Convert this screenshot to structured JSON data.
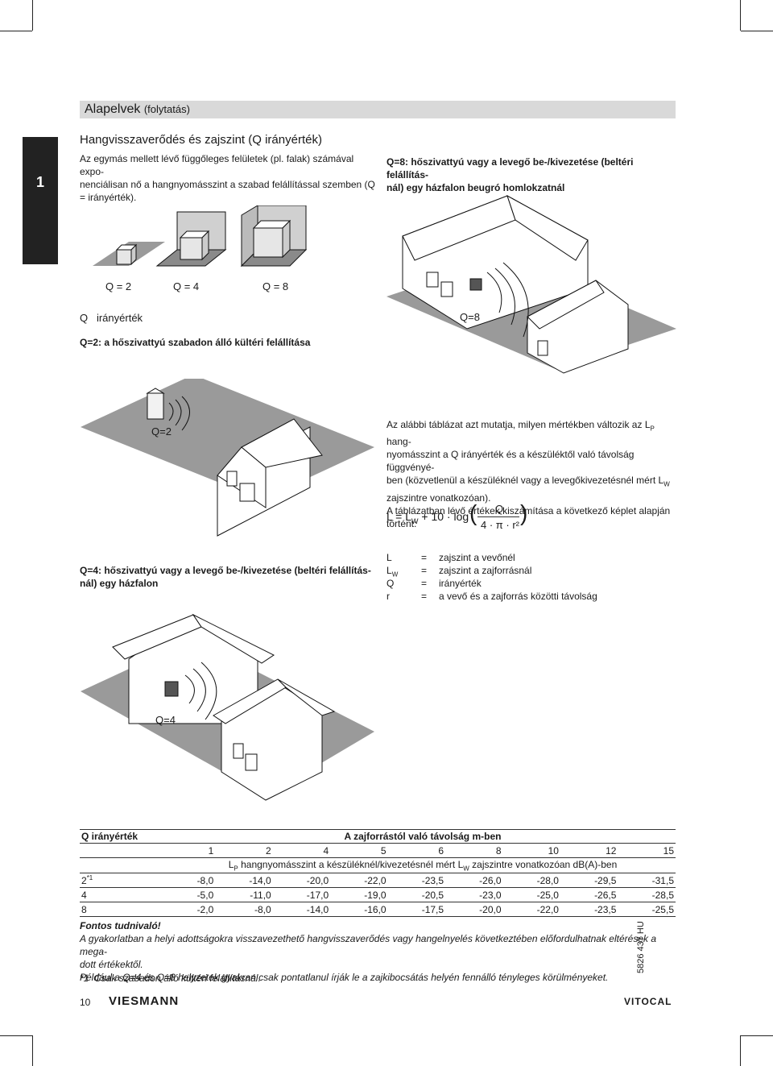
{
  "section": {
    "title": "Alapelvek",
    "subtitle": "(folytatás)"
  },
  "chapter_number": "1",
  "heading": "Hangvisszaverődés és zajszint (Q irányérték)",
  "intro_lines": [
    "Az egymás mellett lévő függőleges felületek (pl. falak) számával expo-",
    "nenciálisan nő a hangnyomásszint a szabad felállítással szemben (Q",
    "= irányérték)."
  ],
  "q_labels": {
    "q2": "Q = 2",
    "q4": "Q = 4",
    "q8": "Q = 8"
  },
  "q_legend": {
    "q": "Q",
    "text": "irányérték"
  },
  "cap_q2": "Q=2: a hőszivattyú szabadon álló kültéri felállítása",
  "cap_q8_lines": [
    "Q=8: hőszivattyú vagy a levegő be-/kivezetése (beltéri felállítás-",
    "nál) egy házfalon beugró homlokzatnál"
  ],
  "cap_q4_lines": [
    "Q=4: hőszivattyú vagy a levegő be-/kivezetése (beltéri felállítás-",
    "nál) egy házfalon"
  ],
  "fig_labels": {
    "q2": "Q=2",
    "q4": "Q=4",
    "q8": "Q=8"
  },
  "body_lines": [
    "Az alábbi táblázat azt mutatja, milyen mértékben változik az L",
    "nyomásszint a Q irányérték és a készüléktől való távolság függvényé-",
    "ben (közvetlenül a készüléknél vagy a levegőkivezetésnél mért L",
    "zajszintre vonatkozóan).",
    "A táblázatban lévő értékek kiszámítása a következő képlet alapján",
    "történt:"
  ],
  "body_line1_tail": "hang-",
  "formula": {
    "lhs": "L = L",
    "sub_w": "W",
    "mid": "+ 10 · log",
    "num": "Q",
    "den": "4 · π · r²"
  },
  "definitions": [
    {
      "sym": "L",
      "sub": "",
      "eq": "=",
      "text": "zajszint a vevőnél"
    },
    {
      "sym": "L",
      "sub": "W",
      "eq": "=",
      "text": "zajszint a zajforrásnál"
    },
    {
      "sym": "Q",
      "sub": "",
      "eq": "=",
      "text": "irányérték"
    },
    {
      "sym": "r",
      "sub": "",
      "eq": "=",
      "text": "a vevő és a zajforrás közötti távolság"
    }
  ],
  "table": {
    "col_header": "Q irányérték",
    "span_header": "A zajforrástól való távolság m-ben",
    "distances": [
      "1",
      "2",
      "4",
      "5",
      "6",
      "8",
      "10",
      "12",
      "15"
    ],
    "sub_header_pre": "L",
    "sub_header_mid": "hangnyomásszint a készüléknél/kivezetésnél mért L",
    "sub_header_post": "zajszintre vonatkozóan dB(A)-ben",
    "rows": [
      {
        "q": "2",
        "note": "*1",
        "values": [
          "-8,0",
          "-14,0",
          "-20,0",
          "-22,0",
          "-23,5",
          "-26,0",
          "-28,0",
          "-29,5",
          "-31,5"
        ]
      },
      {
        "q": "4",
        "note": "",
        "values": [
          "-5,0",
          "-11,0",
          "-17,0",
          "-19,0",
          "-20,5",
          "-23,0",
          "-25,0",
          "-26,5",
          "-28,5"
        ]
      },
      {
        "q": "8",
        "note": "",
        "values": [
          "-2,0",
          "-8,0",
          "-14,0",
          "-16,0",
          "-17,5",
          "-20,0",
          "-22,0",
          "-23,5",
          "-25,5"
        ]
      }
    ]
  },
  "notes": {
    "title": "Fontos tudnivaló!",
    "line1": "A gyakorlatban a helyi adottságokra visszavezethető hangvisszaverődés vagy hangelnyelés következtében előfordulhatnak eltérések a mega-",
    "line2": "dott értékektől.",
    "line3": "Például a Q=4 és Q=8 helyzetek gyakran csak pontatlanul írják le a zajkibocsátás helyén fennálló tényleges körülményeket.",
    "footnote_mark": "*1",
    "footnote": "Csak szabadon álló kültéri felállításnál."
  },
  "footer": {
    "page": "10",
    "brand": "VIESMANN",
    "product": "VITOCAL",
    "doc_code": "5826 437 HU"
  }
}
